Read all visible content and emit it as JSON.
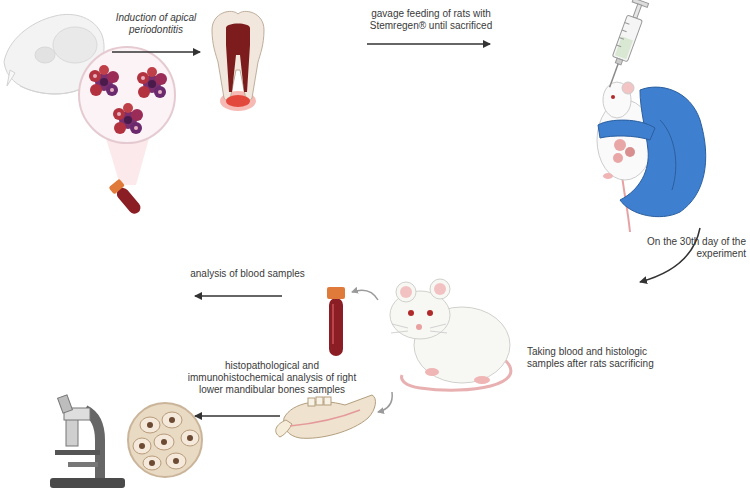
{
  "diagram": {
    "labels": [
      "Induction of apical periodontitis",
      "gavage feeding of rats with Stemregen® until sacrificed",
      "On the 30th day of the experiment",
      "analysis of blood samples",
      "Taking blood and histologic samples after rats sacrificing",
      "histopathological and immunohistochemical analysis of right lower mandibular bones samples"
    ]
  }
}
